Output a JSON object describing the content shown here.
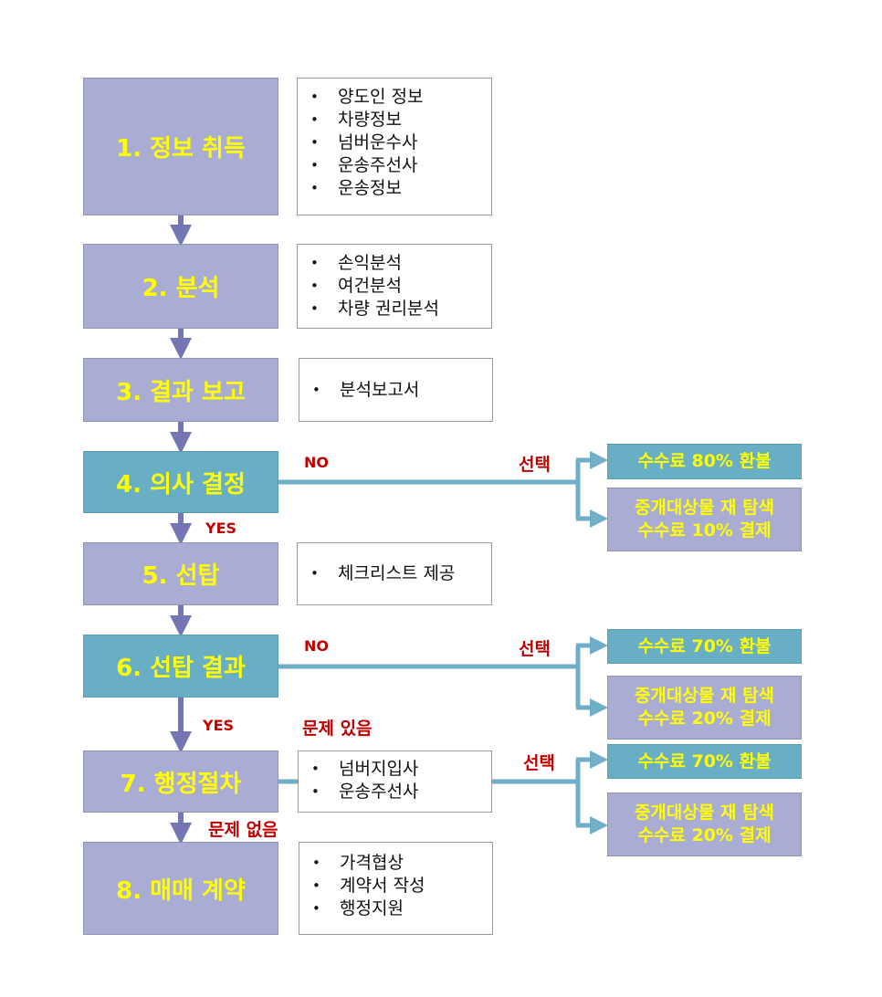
{
  "steps": [
    {
      "label": "1. 정보 취득"
    },
    {
      "label": "2. 분석"
    },
    {
      "label": "3. 결과 보고"
    },
    {
      "label": "4. 의사 결정"
    },
    {
      "label": "5. 선탑"
    },
    {
      "label": "6. 선탑 결과"
    },
    {
      "label": "7. 행정절차"
    },
    {
      "label": "8. 매매 계약"
    }
  ],
  "details": {
    "step1": [
      "양도인 정보",
      "차량정보",
      "넘버운수사",
      "운송주선사",
      "운송정보"
    ],
    "step2": [
      "손익분석",
      "여건분석",
      "차량 권리분석"
    ],
    "step3": [
      "분석보고서"
    ],
    "step5": [
      "체크리스트 제공"
    ],
    "step7": [
      "넘버지입사",
      "운송주선사"
    ],
    "step8": [
      "가격협상",
      "계약서 작성",
      "행정지원"
    ]
  },
  "labels": {
    "no": "NO",
    "yes": "YES",
    "select": "선택",
    "problem_yes": "문제 있음",
    "problem_no": "문제 없음"
  },
  "outcomes": {
    "d4_refund": "수수료 80% 환불",
    "d4_research_line1": "중개대상물 재 탐색",
    "d4_research_line2": "수수료 10% 결제",
    "d6_refund": "수수료 70% 환불",
    "d6_research_line1": "중개대상물 재 탐색",
    "d6_research_line2": "수수료 20% 결제",
    "d7_refund": "수수료 70% 환불",
    "d7_research_line1": "중개대상물 재 탐색",
    "d7_research_line2": "수수료 20% 결제"
  },
  "colors": {
    "step_fill": "#a9acd3",
    "decision_fill": "#68aec5",
    "step_text": "#ffff00",
    "label_red": "#c00000",
    "down_arrow": "#7476b4",
    "branch_line": "#6faec8"
  }
}
